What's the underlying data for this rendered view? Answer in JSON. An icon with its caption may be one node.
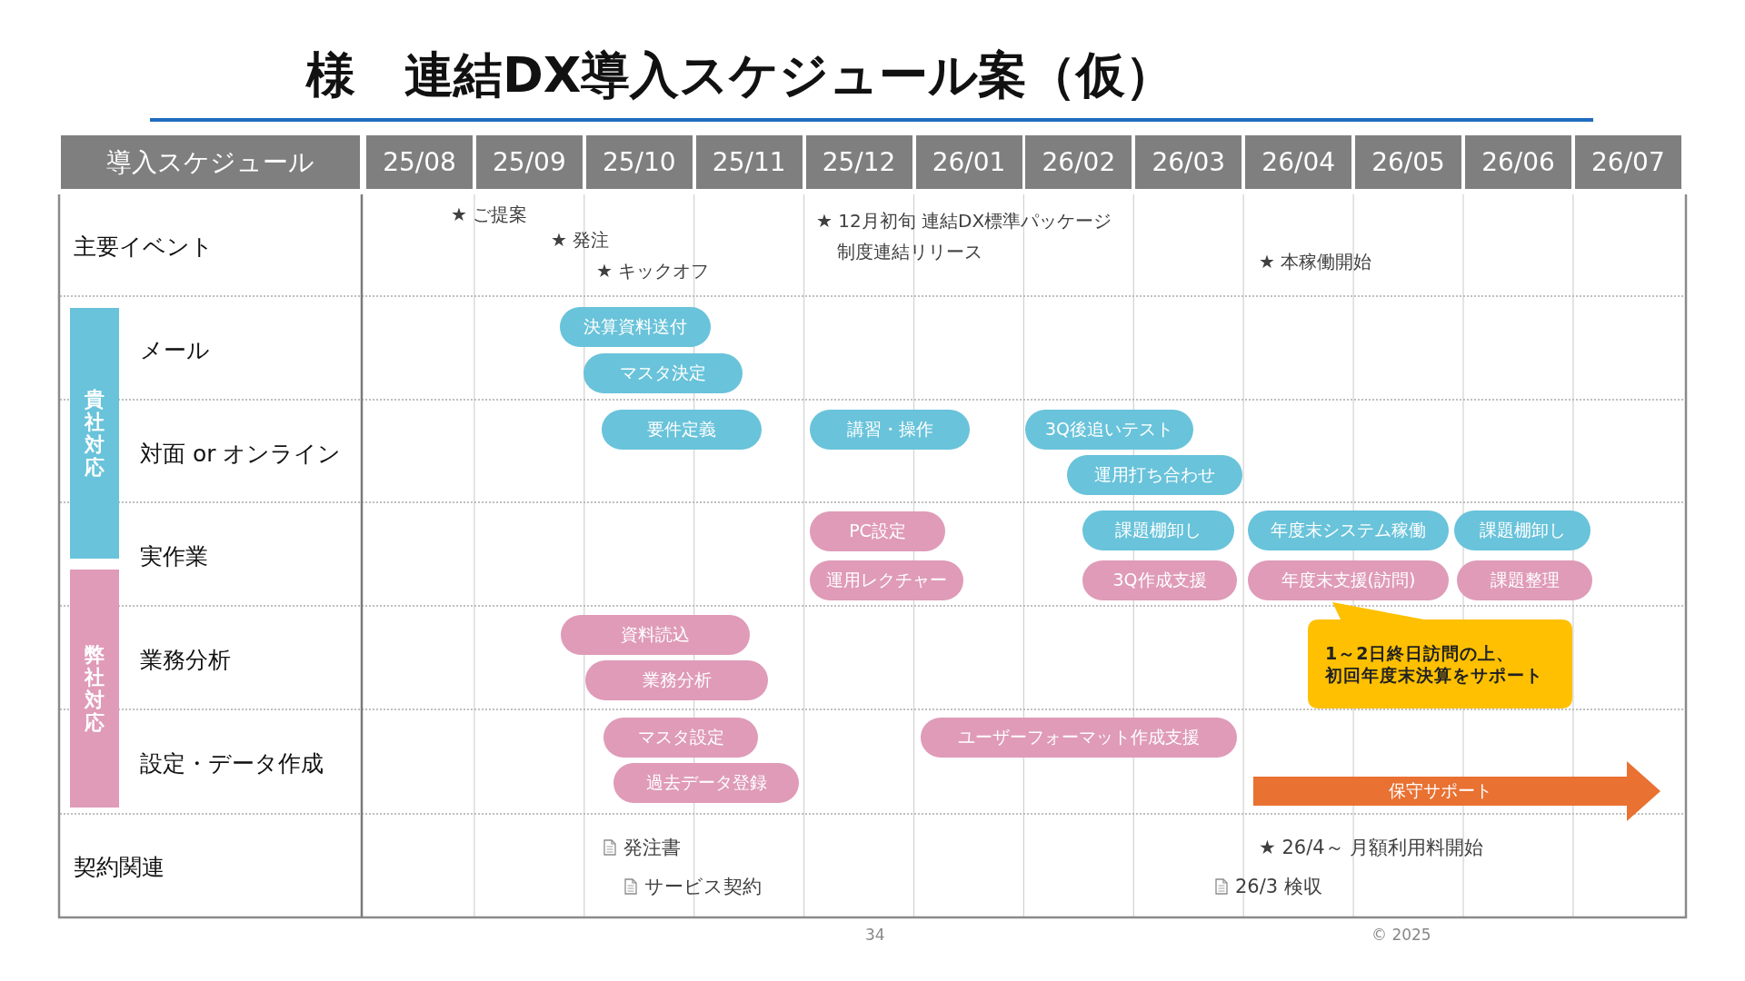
{
  "diagram": {
    "title": "様　連結DX導入スケジュール案（仮）",
    "nodes": [
      {
        "text": [
          "貴社対応"
        ]
      },
      {
        "text": [
          "弊社対応"
        ]
      },
      {
        "text": [
          "決算資料送付"
        ]
      },
      {
        "text": [
          "マスタ決定"
        ]
      },
      {
        "text": [
          "要件定義"
        ]
      },
      {
        "text": [
          "講習・操作"
        ]
      },
      {
        "text": [
          "3Q後追いテスト"
        ]
      },
      {
        "text": [
          "運用打ち合わせ"
        ]
      },
      {
        "text": [
          "PC設定"
        ]
      },
      {
        "text": [
          "課題棚卸し"
        ]
      },
      {
        "text": [
          "年度末システム稼働"
        ]
      },
      {
        "text": [
          "課題棚卸し"
        ]
      },
      {
        "text": [
          "運用レクチャー"
        ]
      },
      {
        "text": [
          "3Q作成支援"
        ]
      },
      {
        "text": [
          "年度末支援(訪問)"
        ]
      },
      {
        "text": [
          "課題整理"
        ]
      },
      {
        "text": [
          "資料読込"
        ]
      },
      {
        "text": [
          "業務分析"
        ]
      },
      {
        "text": [
          "1～2日終日訪問の上、初回年度末決算をサポート"
        ]
      },
      {
        "text": [
          "マスタ設定"
        ]
      },
      {
        "text": [
          "ユーザーフォーマット作成支援"
        ]
      },
      {
        "text": [
          "過去データ登録"
        ]
      },
      {
        "text": [
          "保守サポート"
        ]
      }
    ],
    "labels": [
      "導入スケジュール",
      "25/08",
      "25/09",
      "25/10",
      "25/11",
      "25/12",
      "26/01",
      "26/02",
      "26/03",
      "26/04",
      "26/05",
      "26/06",
      "26/07",
      "主要イベント",
      "★ ご提案",
      "★ 発注",
      "★ キックオフ",
      "★ 12月初旬 連結DX標準パッケージ制度連結リリース",
      "★ 本稼働開始",
      "メール",
      "対面 or オンライン",
      "実作業",
      "業務分析",
      "設定・データ作成",
      "契約関連",
      "発注書",
      "★ 26/4～ 月額利用料開始",
      "サービス契約",
      "26/3 検収",
      "34",
      "© 2025"
    ]
  }
}
